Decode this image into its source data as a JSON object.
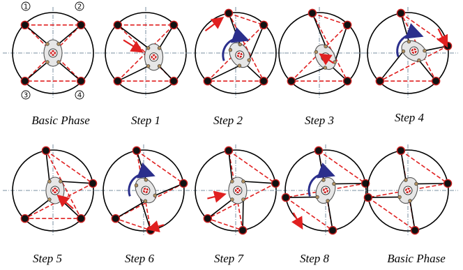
{
  "colors": {
    "outline": "#000000",
    "foot_fill": "#111111",
    "foot_ring": "#cc1f1f",
    "dashed": "#e02020",
    "arrow": "#e02020",
    "rotate_arrow": "#2b2f8c",
    "body_fill": "#e6e6e6",
    "body_ring": "#d0d0d0",
    "axis": "#7a8fa0",
    "joint": "#b09060"
  },
  "corner_labels": [
    "1",
    "2",
    "3",
    "4"
  ],
  "panels": [
    {
      "caption": "Basic Phase",
      "feet": [
        [
          135,
          1
        ],
        [
          45,
          1
        ],
        [
          225,
          1
        ],
        [
          315,
          1
        ]
      ],
      "body": [
        0,
        0,
        0
      ],
      "rotate": false,
      "arrows": []
    },
    {
      "caption": "Step 1",
      "feet": [
        [
          135,
          1
        ],
        [
          45,
          1
        ],
        [
          225,
          1
        ],
        [
          315,
          1
        ]
      ],
      "body": [
        0.2,
        -0.1,
        0
      ],
      "rotate": false,
      "arrows": [
        [
          -0.55,
          0.32,
          -0.12,
          0.05
        ]
      ]
    },
    {
      "caption": "Step 2",
      "feet": [
        [
          100,
          0
        ],
        [
          45,
          1
        ],
        [
          225,
          1
        ],
        [
          315,
          1
        ]
      ],
      "body": [
        0.1,
        -0.05,
        30
      ],
      "rotate": "cw",
      "arrows": [
        [
          -0.75,
          0.55,
          -0.35,
          0.85
        ]
      ]
    },
    {
      "caption": "Step 3",
      "feet": [
        [
          100,
          0
        ],
        [
          45,
          1
        ],
        [
          225,
          1
        ],
        [
          315,
          1
        ]
      ],
      "body": [
        0.15,
        -0.1,
        30
      ],
      "rotate": false,
      "arrows": [
        [
          0.35,
          -0.25,
          0.05,
          -0.05
        ]
      ]
    },
    {
      "caption": "Step 4",
      "feet": [
        [
          100,
          0
        ],
        [
          10,
          0
        ],
        [
          225,
          1
        ],
        [
          315,
          1
        ]
      ],
      "body": [
        0.15,
        0.05,
        60
      ],
      "rotate": "cw",
      "arrows": [
        [
          0.75,
          0.6,
          0.95,
          0.2
        ]
      ]
    },
    {
      "caption": "Step 5",
      "feet": [
        [
          100,
          0
        ],
        [
          10,
          0
        ],
        [
          225,
          1
        ],
        [
          315,
          1
        ]
      ],
      "body": [
        0.05,
        0,
        0
      ],
      "rotate": false,
      "arrows": [
        [
          0.5,
          -0.45,
          0.15,
          -0.15
        ]
      ]
    },
    {
      "caption": "Step 6",
      "feet": [
        [
          100,
          0
        ],
        [
          10,
          0
        ],
        [
          225,
          1
        ],
        [
          280,
          0
        ]
      ],
      "body": [
        0.05,
        0,
        30
      ],
      "rotate": "cw",
      "arrows": [
        [
          0.5,
          -0.85,
          0.15,
          -0.95
        ]
      ]
    },
    {
      "caption": "Step 7",
      "feet": [
        [
          100,
          0
        ],
        [
          10,
          0
        ],
        [
          225,
          1
        ],
        [
          280,
          0
        ]
      ],
      "body": [
        0.05,
        0,
        0
      ],
      "rotate": false,
      "arrows": [
        [
          -0.7,
          -0.2,
          -0.3,
          -0.1
        ]
      ]
    },
    {
      "caption": "Step 8",
      "feet": [
        [
          100,
          0
        ],
        [
          10,
          0
        ],
        [
          190,
          0
        ],
        [
          280,
          0
        ]
      ],
      "body": [
        0,
        0,
        -20
      ],
      "rotate": "cw",
      "arrows": [
        [
          -0.8,
          -0.55,
          -0.6,
          -0.9
        ]
      ]
    },
    {
      "caption": "Basic Phase",
      "feet": [
        [
          100,
          0
        ],
        [
          10,
          0
        ],
        [
          190,
          0
        ],
        [
          280,
          0
        ]
      ],
      "body": [
        0,
        0,
        -20
      ],
      "rotate": false,
      "arrows": []
    }
  ]
}
